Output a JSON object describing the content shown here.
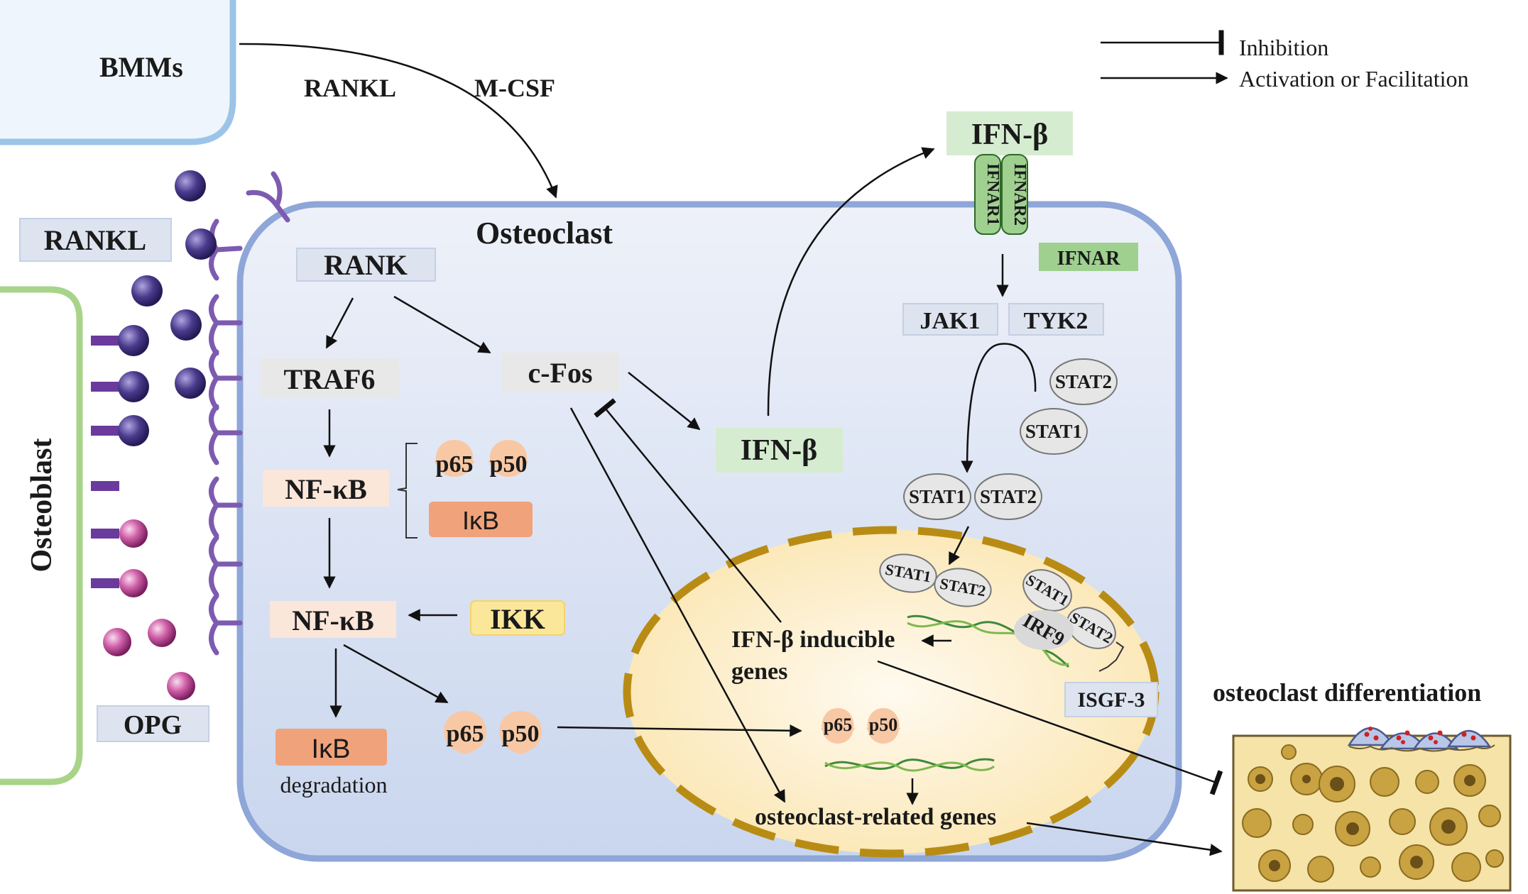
{
  "legend": {
    "inhibition": "Inhibition",
    "activation": "Activation or Facilitation"
  },
  "cells": {
    "bmms": "BMMs",
    "osteoblast": "Osteoblast",
    "osteoclast": "Osteoclast"
  },
  "ligands": {
    "rankl_top": "RANKL",
    "mcsf": "M-CSF",
    "rankl_box": "RANKL",
    "opg_box": "OPG"
  },
  "nodes": {
    "rank": "RANK",
    "traf6": "TRAF6",
    "cfos": "c-Fos",
    "nfkb_1": "NF-κB",
    "nfkb_2": "NF-κB",
    "ikk": "IKK",
    "ikb_complex": "IκB",
    "ikb_degraded": "IκB",
    "degradation": "degradation",
    "ifnb_inner": "IFN-β",
    "ifnb_outer": "IFN-β",
    "ifnar1": "IFNAR1",
    "ifnar2": "IFNAR2",
    "ifnar": "IFNAR",
    "jak1": "JAK1",
    "tyk2": "TYK2",
    "isgf3": "ISGF-3",
    "irf9": "IRF9",
    "ifnb_genes_line1": "IFN-β inducible",
    "ifnb_genes_line2": "genes",
    "osteoclast_genes": "osteoclast-related genes",
    "differentiation": "osteoclast differentiation"
  },
  "subunits": {
    "p65": "p65",
    "p50": "p50",
    "stat1": "STAT1",
    "stat2": "STAT2"
  },
  "colors": {
    "osteoclast_fill": "#dde4f2",
    "osteoclast_border": "#8ea6d8",
    "nucleus_fill": "#fcefc7",
    "nucleus_border": "#b88c14",
    "osteoblast_border": "#a8d48a",
    "bmms_border": "#9cc4e8",
    "label_box_blue": "#dde4f0",
    "label_box_gray": "#e8e8e8",
    "nfkb_box": "#fbe6da",
    "ifn_box": "#d6ecd0",
    "ikk_box": "#fbe79a",
    "p_subunit": "#f8c8a4",
    "ikb": "#f0a27a",
    "stat_fill": "#e6e6e6",
    "receptor_purple": "#7d5bb0",
    "rankl_ball": "#4a3a8c",
    "opg_ball": "#c04898",
    "bone": "#f5e3a8"
  }
}
